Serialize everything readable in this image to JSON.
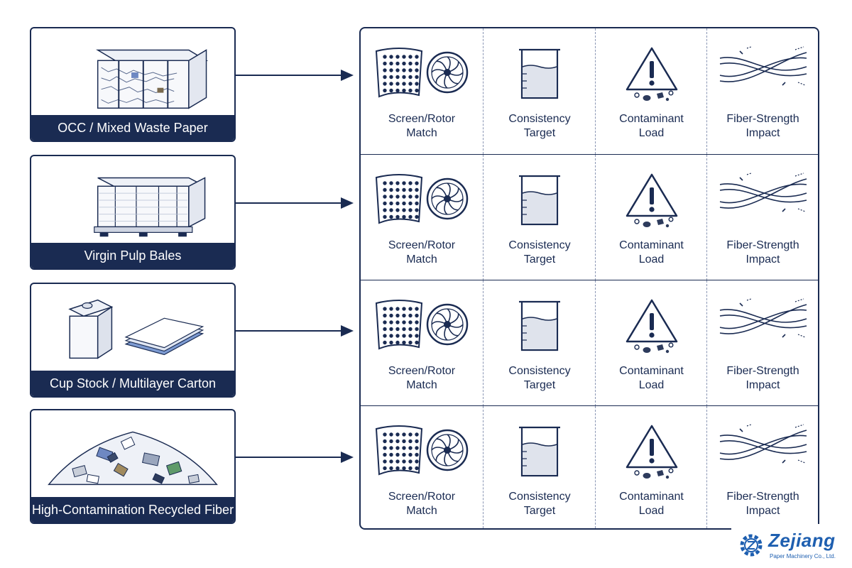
{
  "sources": [
    {
      "label": "OCC / Mixed Waste Paper",
      "icon": "waste-paper-bale-icon"
    },
    {
      "label": "Virgin Pulp Bales",
      "icon": "pulp-bales-pallet-icon"
    },
    {
      "label": "Cup Stock / Multilayer Carton",
      "icon": "carton-and-multilayer-sheets-icon"
    },
    {
      "label": "High-Contamination Recycled Fiber",
      "icon": "contaminated-waste-pile-icon"
    }
  ],
  "factors": [
    {
      "label": "Screen/Rotor\nMatch",
      "icon": "screen-and-rotor-icon"
    },
    {
      "label": "Consistency\nTarget",
      "icon": "beaker-icon"
    },
    {
      "label": "Contaminant\nLoad",
      "icon": "warning-icon"
    },
    {
      "label": "Fiber-Strength\nImpact",
      "icon": "fiber-strands-icon"
    }
  ],
  "logo": {
    "name": "Zejiang",
    "subtitle": "Paper Machinery Co., Ltd."
  },
  "colors": {
    "navy": "#1a2b52",
    "brand_blue": "#1e5fb0"
  }
}
